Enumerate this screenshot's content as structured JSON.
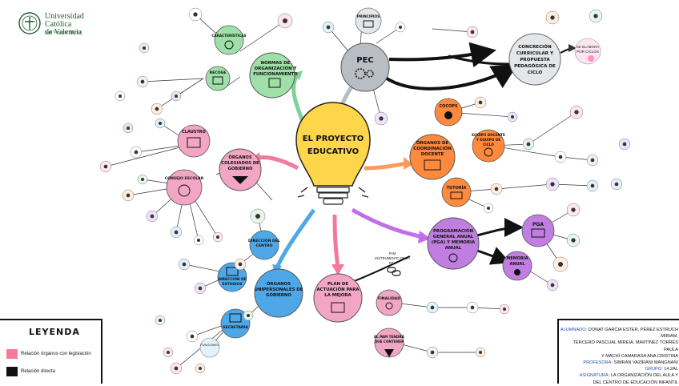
{
  "university": {
    "name_line1": "Universidad",
    "name_line2": "Católica",
    "name_line3": "de Valencia",
    "sub": "San Vicente Mártir"
  },
  "center": {
    "title_line1": "EL PROYECTO",
    "title_line2": "EDUCATIVO"
  },
  "nodes": {
    "pec": "PEC",
    "concrecion": [
      "CONCRECIÓN",
      "CURRICULAR Y",
      "PROPUESTA",
      "PEDAGÓGICA DE",
      "CICLO"
    ],
    "normas": [
      "NORMAS DE",
      "ORGANIZACIÓN Y",
      "FUNCIONAMIENTO"
    ],
    "caracteristicas": "CARACTERÍSTICAS",
    "recoge": "RECOGE",
    "claustro": "CLAUSTRO",
    "colegiados": [
      "ÓRGANOS",
      "COLEGIADOS DE",
      "GOBIERNO"
    ],
    "consejo": "CONSEJO ESCOLAR",
    "coordinacion": [
      "ÓRGANOS DE",
      "COORDINACIÓN",
      "DOCENTE"
    ],
    "cocops": "COCOPS",
    "equipo": [
      "EQUIPO DOCENTE",
      "Y EQUIPO DE",
      "CICLO"
    ],
    "tutoria": "TUTORÍA",
    "pga": [
      "PROGRAMACIÓN",
      "GENERAL ANUAL",
      "(PGA) Y MEMORIA",
      "ANUAL"
    ],
    "pga_short": "PGA",
    "memoria": [
      "MEMORIA",
      "ANUAL"
    ],
    "unipersonales": [
      "ÓRGANOS",
      "UNIPERSONALES DE",
      "GOBIERNO"
    ],
    "direccion_centro": [
      "DIRECCIÓN DEL",
      "CENTRO"
    ],
    "jefatura": [
      "DIRECCIÓN DE",
      "ESTUDIOS"
    ],
    "secretaria": "SECRETARÍA",
    "plan_mejora": [
      "PLAN DE",
      "ACTUACIÓN PARA",
      "LA MEJORA"
    ],
    "finalidad": "FINALIDAD",
    "que_contiene": [
      "EL PAM TENDRÁ",
      "QUE CONTENER"
    ],
    "principios": "PRINCIPIOS",
    "se_elabora": [
      "SE ELABORA",
      "POR CICLOS"
    ],
    "funciones": "FUNCIONES",
    "pam_link": [
      "PAM",
      "INSTRUMENTO DE LA",
      "PGA"
    ]
  },
  "legend": {
    "title": "LEYENDA",
    "items": [
      {
        "label": "Relación órganos con legislación",
        "color": "#f27a9a"
      },
      {
        "label": "Relación directa",
        "color": "#111111"
      }
    ]
  },
  "credits": {
    "alumnado_key": "ALUMNADO:",
    "alumnado_line1": "DONAT GARCIA ESTER, PÉREZ ESTRUCH MIRIAM,",
    "alumnado_line2": "TERCERO PASCUAL MIREIA, MARTÍNEZ TORRES PAULA",
    "alumnado_line3": "Y MACHÍ CAMARASA ANA CRISTINA",
    "profesora_key": "PROFESORA:",
    "profesora": "SIMRAN VAZIRANI MANGNANI",
    "grupo_key": "GRUPO:",
    "grupo": "14.2AL",
    "asignatura_key": "ASIGNATURA:",
    "asignatura_line1": "LA ORGANIZACIÓN DEL AULA Y",
    "asignatura_line2": "DEL CENTRO DE EDUCACIÓN INFANTIL"
  },
  "colors": {
    "pec": "#b9bdc4",
    "green": "#9fe0a8",
    "pink": "#f3a6c4",
    "orange": "#ff8a3d",
    "purple": "#c07fe0",
    "blue": "#4ea8e8",
    "bulb": "#ffd54a",
    "arrow_pink": "#f27a9a",
    "arrow_green": "#7fd19a",
    "arrow_orange": "#ff9a5a",
    "arrow_purple": "#c26ee8",
    "arrow_blue": "#4ea8e8"
  }
}
